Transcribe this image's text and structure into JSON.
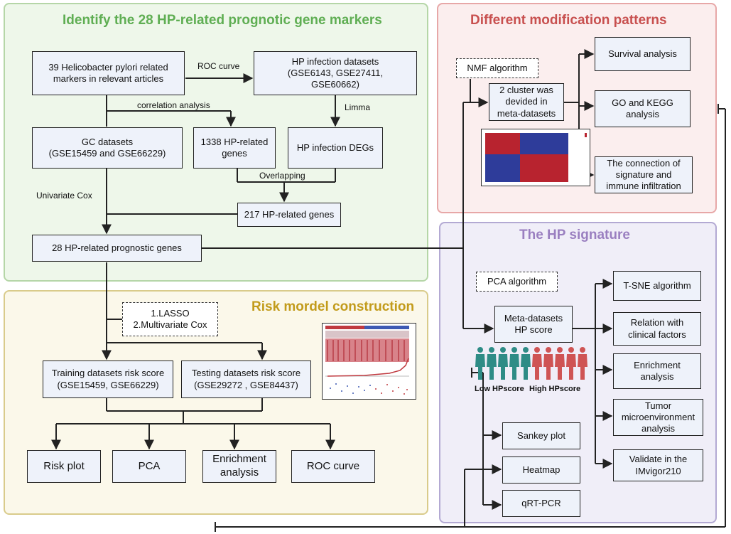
{
  "panels": {
    "identify": {
      "title": "Identify the 28 HP-related prognotic gene markers",
      "border": "#b5d6a7",
      "fill": "#eef7ea",
      "title_color": "#5fae53"
    },
    "modification": {
      "title": "Different modification patterns",
      "border": "#e7a7a7",
      "fill": "#fbeeee",
      "title_color": "#c8504f"
    },
    "risk": {
      "title": "Risk mordel construction",
      "border": "#d9cb8b",
      "fill": "#fbf8ea",
      "title_color": "#c29b1b"
    },
    "signature": {
      "title": "The HP signature",
      "border": "#b3a9d3",
      "fill": "#f0eef8",
      "title_color": "#9a7fc0"
    }
  },
  "identify": {
    "hp_markers": "39 Helicobacter pylori related\nmarkers in relevant articles",
    "roc_label": "ROC curve",
    "hp_datasets": "HP infection datasets\n(GSE6143, GSE27411,\nGSE60662)",
    "correlation_label": "correlation analysis",
    "limma_label": "Limma",
    "gc_datasets": "GC datasets\n(GSE15459 and GSE66229)",
    "hp_genes_1338": "1338 HP-related\ngenes",
    "hp_degs": "HP infection DEGs",
    "overlapping_label": "Overlapping",
    "univariate_label": "Univariate Cox",
    "hp_genes_217": "217 HP-related genes",
    "prognostic_28": "28 HP-related prognostic genes"
  },
  "risk": {
    "method": "1.LASSO\n2.Multivariate Cox",
    "training": "Training datasets risk score\n(GSE15459, GSE66229)",
    "testing": "Testing datasets risk score\n(GSE29272 , GSE84437)",
    "outputs": [
      "Risk plot",
      "PCA",
      "Enrichment\nanalysis",
      "ROC curve"
    ]
  },
  "modification": {
    "nmf": "NMF algorithm",
    "clusters": "2 cluster was\ndevided in\nmeta-datasets",
    "outputs": [
      "Survival analysis",
      "GO and KEGG\nanalysis",
      "The connection of\nsignature and\nimmune infiltration"
    ]
  },
  "signature": {
    "pca": "PCA algorithm",
    "meta_score": "Meta-datasets\nHP score",
    "low_label": "Low HPscore",
    "high_label": "High HPscore",
    "right_outputs": [
      "T-SNE algorithm",
      "Relation with\nclinical factors",
      "Enrichment\nanalysis",
      "Tumor\nmicroenvironment\nanalysis",
      "Validate in the\nIMvigor210"
    ],
    "bottom_outputs": [
      "Sankey plot",
      "Heatmap",
      "qRT-PCR"
    ]
  },
  "colors": {
    "box_fill": "#eef2fa",
    "low_people": "#2e8c86",
    "high_people": "#cf5454",
    "heat_red": "#b8232f",
    "heat_blue": "#2e3c9a"
  }
}
